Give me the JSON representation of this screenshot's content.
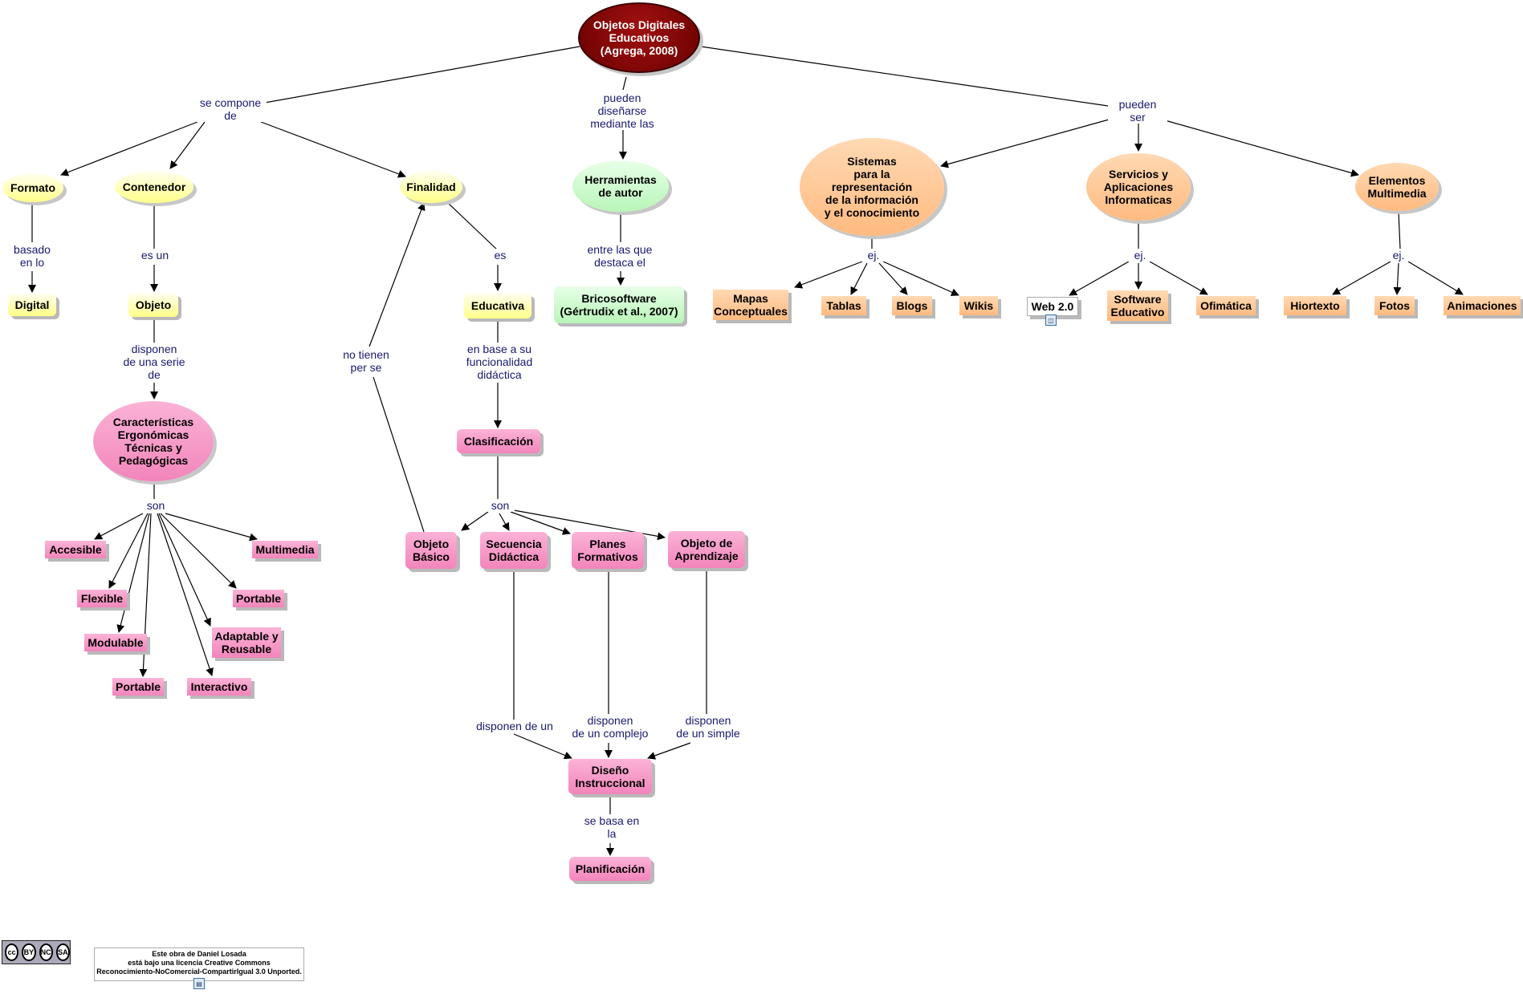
{
  "nodes": {
    "root": "Objetos Digitales\nEducativos\n(Agrega, 2008)",
    "formato": "Formato",
    "contenedor": "Contenedor",
    "finalidad": "Finalidad",
    "herramientas": "Herramientas\nde autor",
    "sistemas": "Sistemas\npara la\nrepresentación\nde la información\ny el conocimiento",
    "servicios": "Servicios y\nAplicaciones\nInformaticas",
    "elementos": "Elementos\nMultimedia",
    "digital": "Digital",
    "objeto": "Objeto",
    "educativa": "Educativa",
    "bricosoftware": "Bricosoftware\n(Gértrudix et al., 2007)",
    "mapas": "Mapas\nConceptuales",
    "tablas": "Tablas",
    "blogs": "Blogs",
    "wikis": "Wikis",
    "web20": "Web 2.0",
    "software": "Software\nEducativo",
    "ofimatica": "Ofimática",
    "hipertexto": "Hiortexto",
    "fotos": "Fotos",
    "animaciones": "Animaciones",
    "caracteristicas": "Características\nErgonómicas\nTécnicas y\nPedagógicas",
    "clasificacion": "Clasificación",
    "accesible": "Accesible",
    "multimedia": "Multimedia",
    "flexible": "Flexible",
    "portable1": "Portable",
    "modulable": "Modulable",
    "adaptable": "Adaptable y\nReusable",
    "portable2": "Portable",
    "interactivo": "Interactivo",
    "objeto_basico": "Objeto\nBásico",
    "secuencia": "Secuencia\nDidáctica",
    "planes": "Planes\nFormativos",
    "objeto_aprendizaje": "Objeto de\nAprendizaje",
    "diseno": "Diseño\nInstruccional",
    "planificacion": "Planificación"
  },
  "links": {
    "se_compone": "se compone\nde",
    "pueden_disenarse": "pueden\ndiseñarse\nmediante las",
    "pueden_ser": "pueden\nser",
    "basado": "basado\nen lo",
    "es_un": "es un",
    "es": "es",
    "entre_las_que": "entre las que\ndestaca el",
    "ej1": "ej.",
    "ej2": "ej.",
    "ej3": "ej.",
    "disponen_serie": "disponen\nde una serie\nde",
    "en_base": "en base a su\nfuncionalidad\ndidáctica",
    "no_tienen": "no tienen\nper se",
    "son1": "son",
    "son2": "son",
    "disponen_un": "disponen de un",
    "disponen_complejo": "disponen\nde un complejo",
    "disponen_simple": "disponen\nde un simple",
    "se_basa": "se basa en\nla"
  },
  "license": {
    "text": "Este obra de Daniel Losada\nestá bajo una licencia Creative Commons\nReconocimiento-NoComercial-CompartirIgual 3.0 Unported.",
    "badge_cc": "cc",
    "badge_by": "BY",
    "badge_nc": "NC",
    "badge_sa": "SA"
  },
  "colors": {
    "link_text": "#191970",
    "root": "#7a0000",
    "yellow": "#ffff99",
    "pink": "#f285bb",
    "green": "#b8f5b8",
    "orange": "#ffba80"
  }
}
